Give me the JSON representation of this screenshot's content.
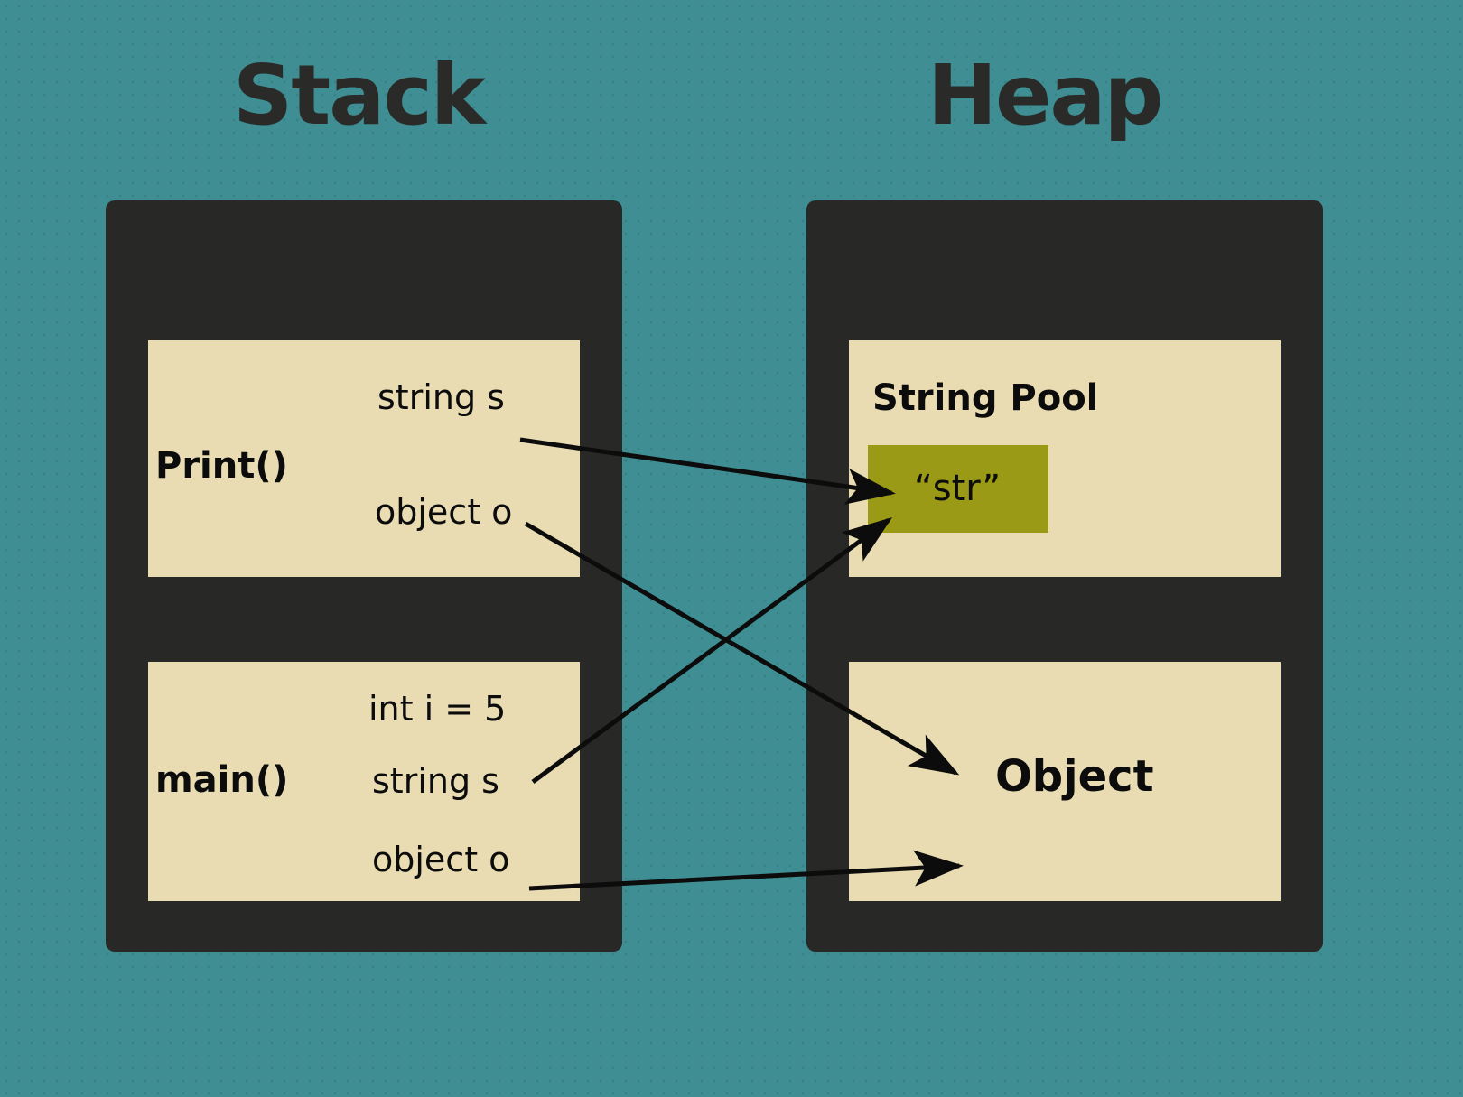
{
  "titles": {
    "stack": "Stack",
    "heap": "Heap"
  },
  "colors": {
    "background": "#3f8e93",
    "region": "#282826",
    "frame": "#e9dcb2",
    "string_literal": "#9a9a16",
    "text": "#0c0c0c"
  },
  "stack": {
    "frames": [
      {
        "name": "Print()",
        "variables": [
          "string s",
          "object o"
        ]
      },
      {
        "name": "main()",
        "variables": [
          "int i = 5",
          "string s",
          "object o"
        ]
      }
    ]
  },
  "heap": {
    "string_pool": {
      "heading": "String Pool",
      "literal": "“str”"
    },
    "object": {
      "heading": "Object"
    }
  },
  "arrows": [
    {
      "from": "Print().string s",
      "to": "String Pool “str”"
    },
    {
      "from": "Print().object o",
      "to": "Object"
    },
    {
      "from": "main().string s",
      "to": "String Pool “str”"
    },
    {
      "from": "main().object o",
      "to": "Object"
    }
  ]
}
